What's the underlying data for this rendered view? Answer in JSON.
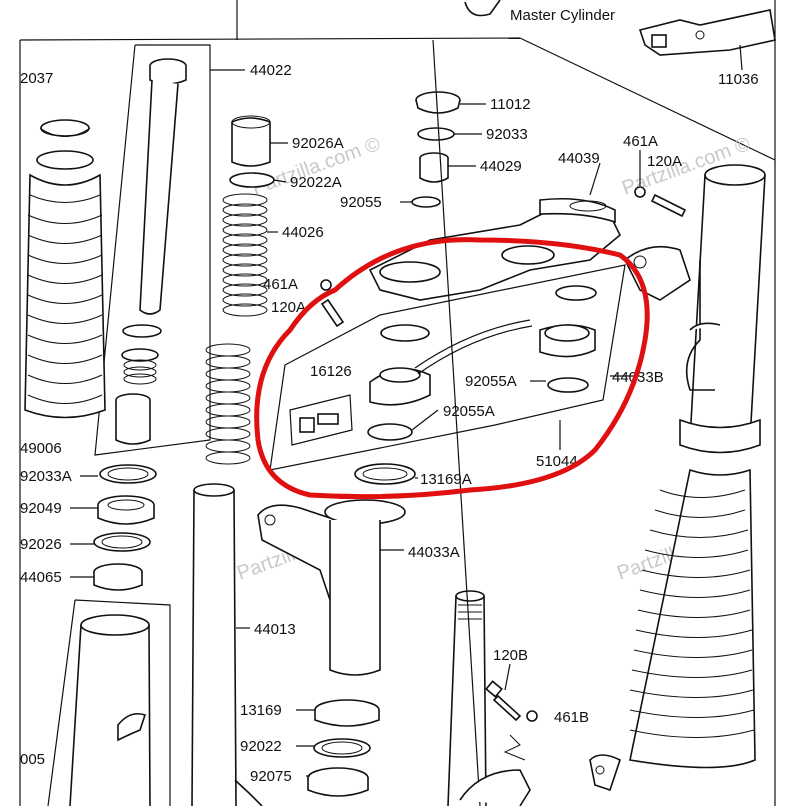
{
  "watermark": "Partzilla.com ©",
  "header_label": "Master Cylinder",
  "accent_color": "#e01010",
  "parts": {
    "p2037": "2037",
    "p44022": "44022",
    "p11012": "11012",
    "p92033": "92033",
    "p44029": "44029",
    "p44039": "44039",
    "p461A_top": "461A",
    "p120A_top": "120A",
    "p11036": "11036",
    "p92026A": "92026A",
    "p92022A": "92022A",
    "p92055": "92055",
    "p44026": "44026",
    "p461A_mid": "461A",
    "p120A_mid": "120A",
    "p16126": "16126",
    "p92055A_right": "92055A",
    "p92055A_left": "92055A",
    "p44033B": "44033B",
    "p51044": "51044",
    "p13169A": "13169A",
    "p49006": "49006",
    "p92033A": "92033A",
    "p92049": "92049",
    "p92026": "92026",
    "p44065": "44065",
    "p44033A": "44033A",
    "p44013": "44013",
    "p120B": "120B",
    "p461B": "461B",
    "p13169": "13169",
    "p92022": "92022",
    "p92075": "92075",
    "p005": "005"
  }
}
